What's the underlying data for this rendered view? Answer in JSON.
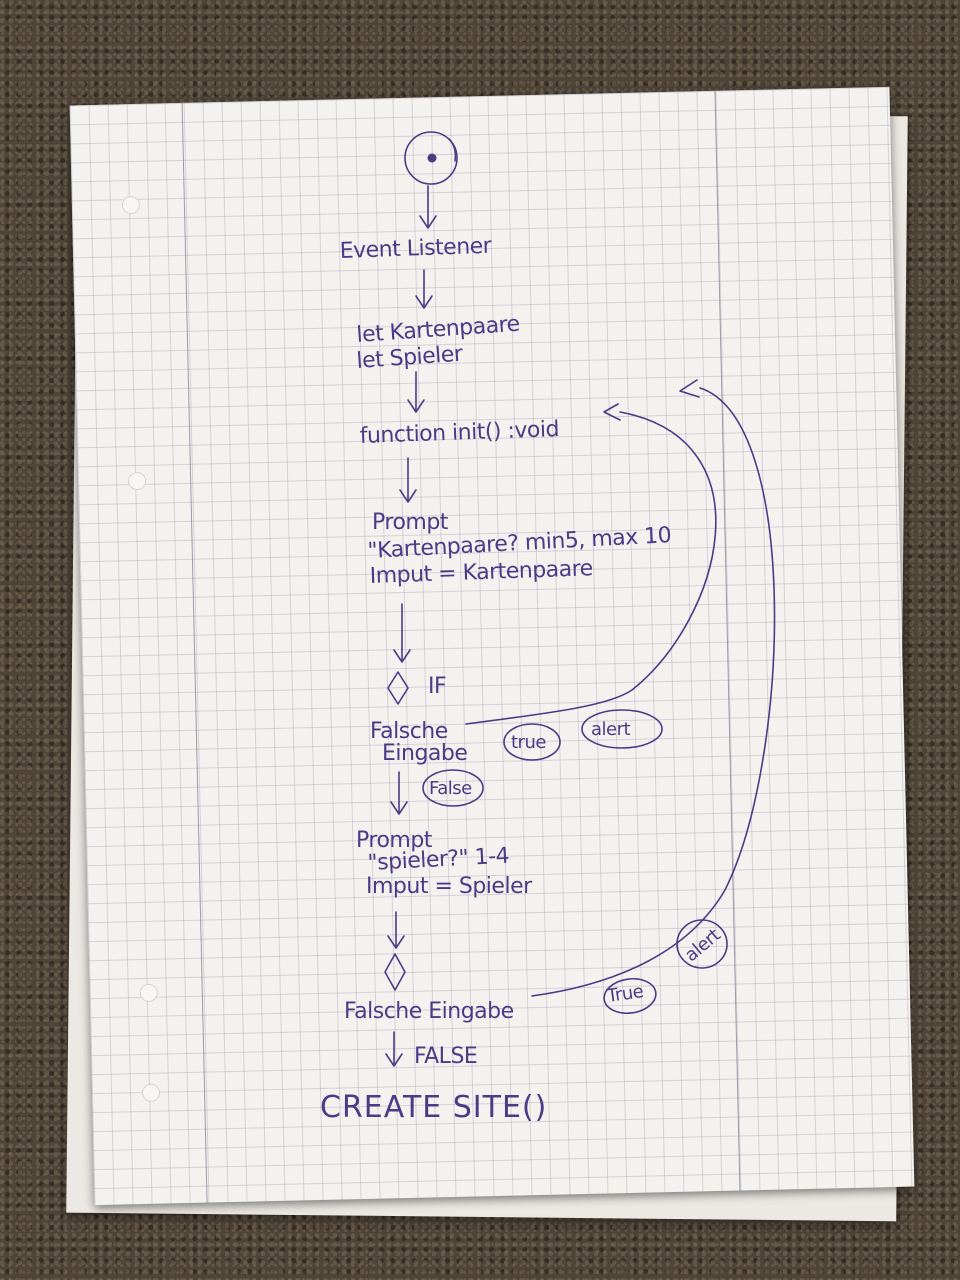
{
  "flowchart": {
    "step_event_listener": "Event Listener",
    "let_line_1": "let  Kartenpaare",
    "let_line_2": "let  Spieler",
    "function_decl": "function init() :void",
    "prompt1_label": "Prompt",
    "prompt1_text": "\"Kartenpaare? min5, max 10",
    "prompt1_input": "Imput = Kartenpaare",
    "if_label": "IF",
    "decision1_line1": "Falsche",
    "decision1_line2": "Eingabe",
    "decision1_true": "true",
    "decision1_alert": "alert",
    "decision1_false": "False",
    "prompt2_label": "Prompt",
    "prompt2_text": "\"spieler?\"  1-4",
    "prompt2_input": "Imput = Spieler",
    "decision2_text": "Falsche Eingabe",
    "decision2_true": "True",
    "decision2_alert": "alert",
    "decision2_false": "FALSE",
    "final_step": "CREATE SITE()"
  }
}
